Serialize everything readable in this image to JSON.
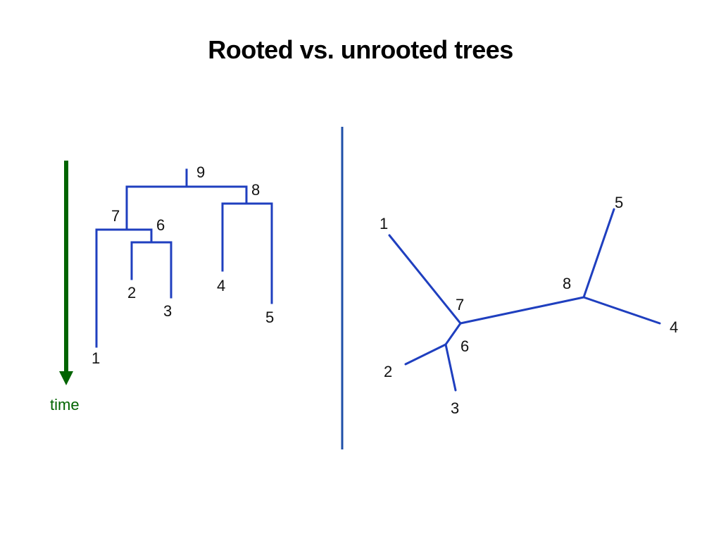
{
  "title": "Rooted vs. unrooted trees",
  "colors": {
    "branch": "#1f3fbf",
    "divider": "#1f4fa8",
    "time_arrow": "#006400",
    "text": "#111111"
  },
  "rooted_tree": {
    "node_labels": {
      "n1": "1",
      "n2": "2",
      "n3": "3",
      "n4": "4",
      "n5": "5",
      "n6": "6",
      "n7": "7",
      "n8": "8",
      "n9": "9"
    },
    "time_label": "time"
  },
  "unrooted_tree": {
    "node_labels": {
      "n1": "1",
      "n2": "2",
      "n3": "3",
      "n4": "4",
      "n5": "5",
      "n6": "6",
      "n7": "7",
      "n8": "8"
    }
  }
}
